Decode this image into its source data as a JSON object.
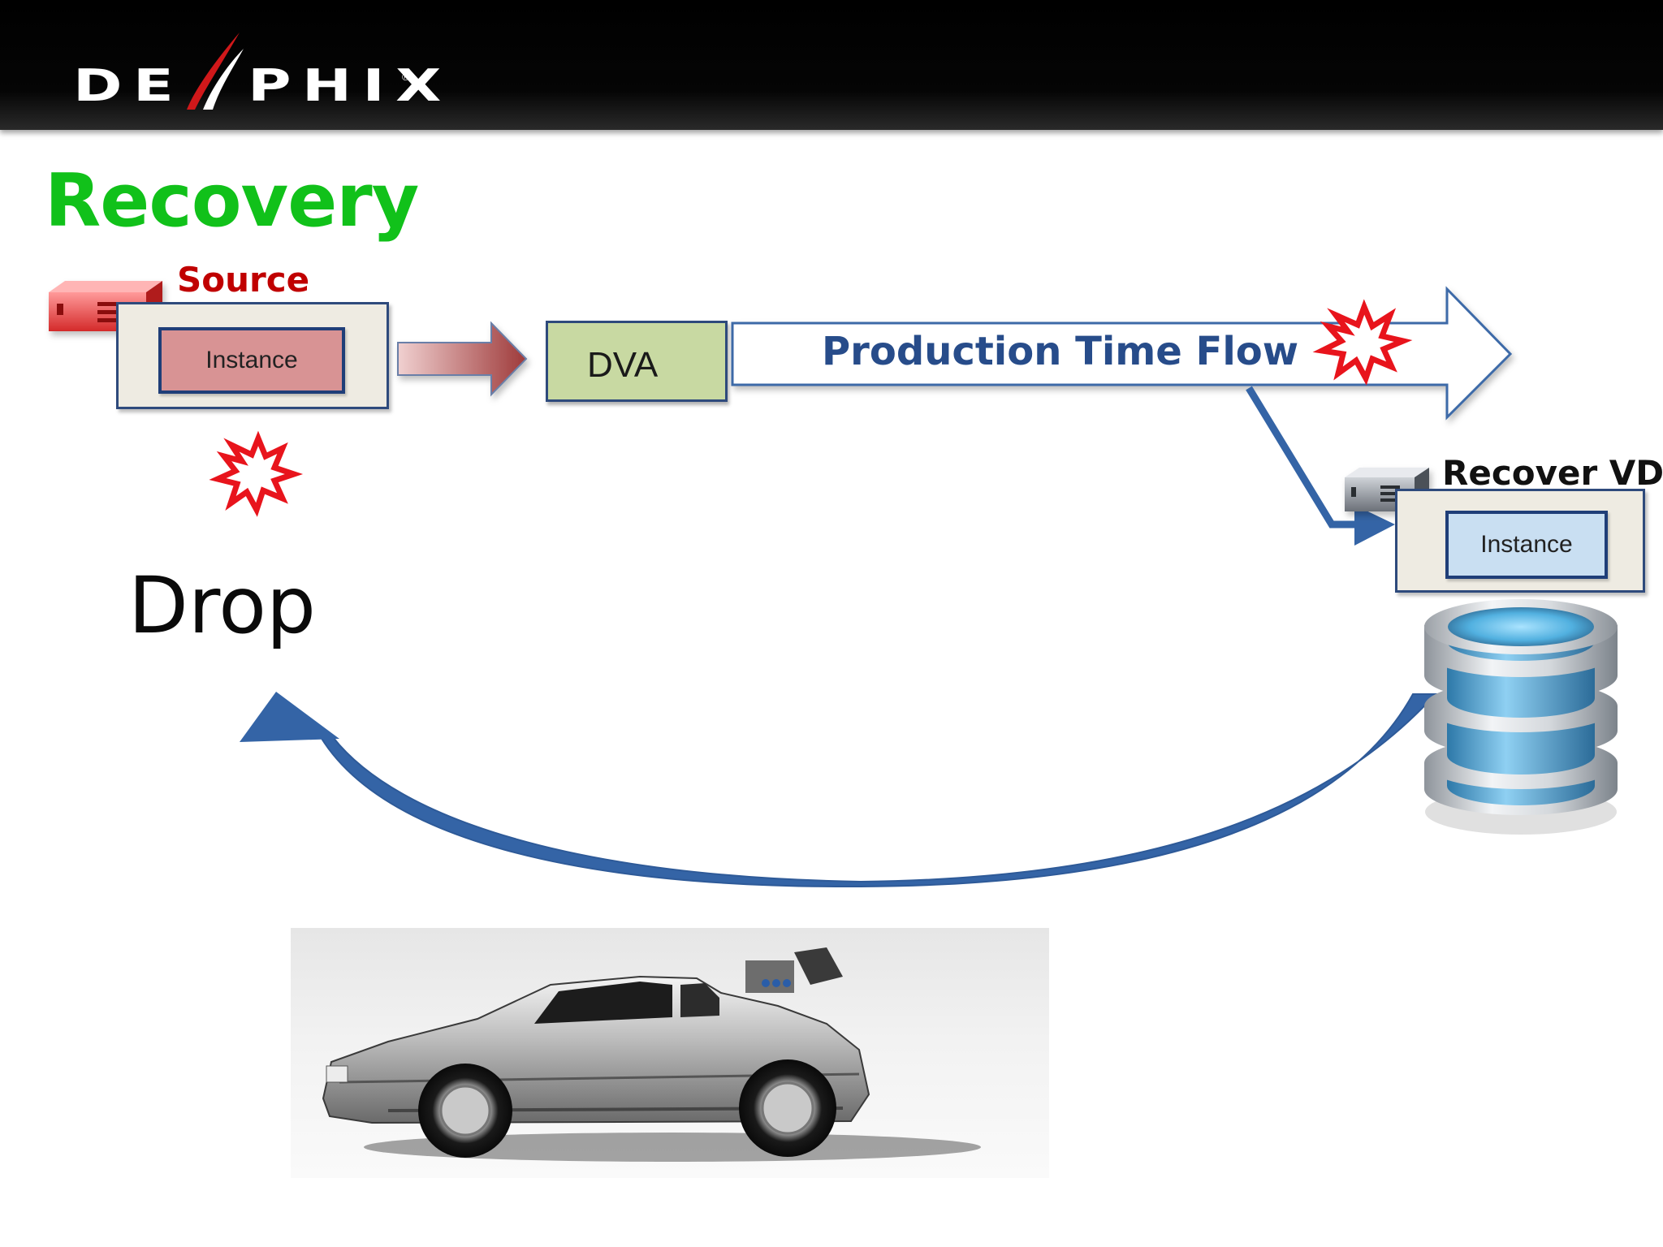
{
  "header": {
    "logo_text": "DE  PHIX",
    "logo_mark": "®"
  },
  "slide": {
    "title": "Recovery"
  },
  "source": {
    "label": "Source",
    "instance_label": "Instance"
  },
  "dva": {
    "label": "DVA"
  },
  "flow": {
    "label": "Production Time Flow"
  },
  "recover_vdb": {
    "label": "Recover VDB",
    "instance_label": "Instance"
  },
  "drop": {
    "label": "Drop"
  },
  "colors": {
    "title_green": "#11c11a",
    "source_red": "#c00000",
    "flow_blue": "#274c8a",
    "arrow_blue": "#3464a6",
    "explosion_red": "#e8141c",
    "dva_green": "#c8d9a2",
    "source_instance_fill": "#d89394",
    "vdb_instance_fill": "#c9dff2"
  },
  "icons": {
    "source_server": "red-server-icon",
    "vdb_server": "gray-server-icon",
    "database": "database-stack-icon",
    "explosion": "explosion-icon",
    "car": "delorean-car-photo"
  }
}
